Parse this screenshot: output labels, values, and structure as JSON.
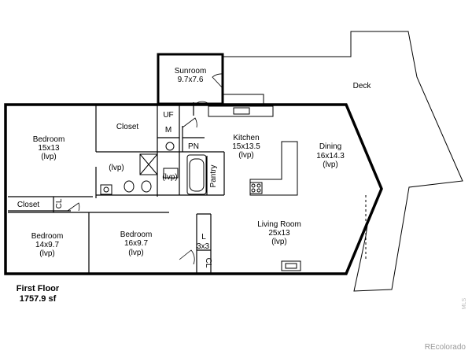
{
  "plan": {
    "floor_title": "First Floor",
    "floor_area": "1757.9 sf",
    "branding": "REcolorado",
    "watermark": "MLS",
    "rooms": {
      "sunroom": {
        "name": "Sunroom",
        "dims": "9.7x7.6"
      },
      "deck": {
        "name": "Deck"
      },
      "bedroom1": {
        "name": "Bedroom",
        "dims": "15x13",
        "floor": "(lvp)"
      },
      "closet_top": {
        "name": "Closet"
      },
      "uf": {
        "name": "UF"
      },
      "m": {
        "name": "M"
      },
      "pn": {
        "name": "PN"
      },
      "kitchen": {
        "name": "Kitchen",
        "dims": "15x13.5",
        "floor": "(lvp)"
      },
      "dining": {
        "name": "Dining",
        "dims": "16x14.3",
        "floor": "(lvp)"
      },
      "bath1": {
        "floor": "(lvp)"
      },
      "bath2": {
        "floor": "(lvp)"
      },
      "pantry": {
        "name": "Pantry"
      },
      "closet_left": {
        "name": "Closet"
      },
      "cl_hall": {
        "name": "CL"
      },
      "bedroom2": {
        "name": "Bedroom",
        "dims": "14x9.7",
        "floor": "(lvp)"
      },
      "bedroom3": {
        "name": "Bedroom",
        "dims": "16x9.7",
        "floor": "(lvp)"
      },
      "laundry": {
        "name": "L",
        "dims": "3x3"
      },
      "cl_entry": {
        "name": "CL"
      },
      "living": {
        "name": "Living Room",
        "dims": "25x13",
        "floor": "(lvp)"
      }
    }
  }
}
